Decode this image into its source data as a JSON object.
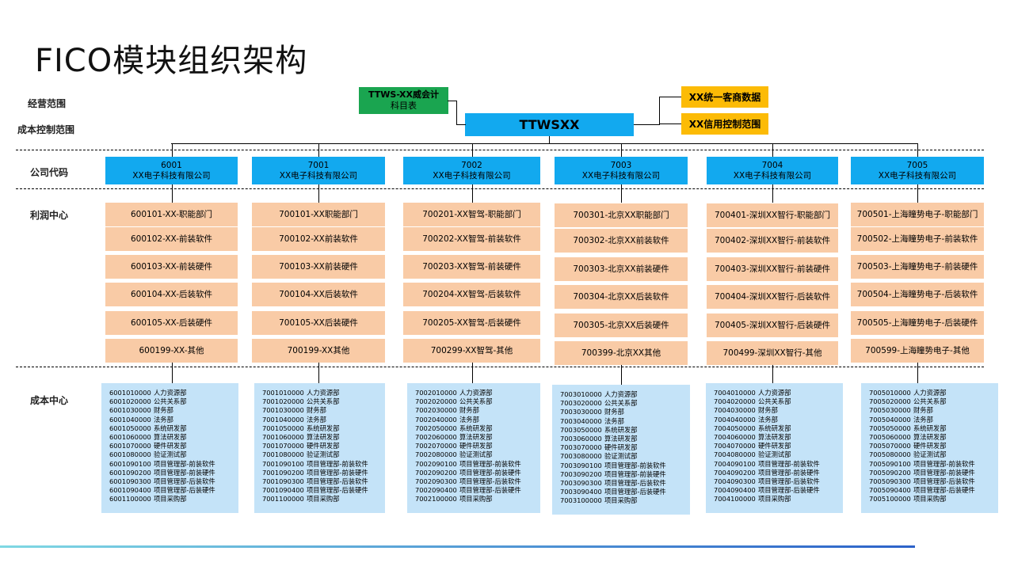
{
  "title": "FICO模块组织架构",
  "labels": {
    "business_scope": "经营范围",
    "cost_control_scope": "成本控制范围",
    "company_code": "公司代码",
    "profit_center": "利润中心",
    "cost_center": "成本中心"
  },
  "chart_of_accounts": {
    "line1": "TTWS-XX威会计",
    "line2": "科目表"
  },
  "root": "TTWSXX",
  "right_boxes": {
    "top": "XX统一客商数据",
    "bottom": "XX信用控制范围"
  },
  "companies": [
    {
      "code": "6001",
      "name": "XX电子科技有限公司"
    },
    {
      "code": "7001",
      "name": "XX电子科技有限公司"
    },
    {
      "code": "7002",
      "name": "XX电子科技有限公司"
    },
    {
      "code": "7003",
      "name": "XX电子科技有限公司"
    },
    {
      "code": "7004",
      "name": "XX电子科技有限公司"
    },
    {
      "code": "7005",
      "name": "XX电子科技有限公司"
    }
  ],
  "profit_centers": [
    [
      "600101-XX-职能部门",
      "600102-XX-前装软件",
      "600103-XX-前装硬件",
      "600104-XX-后装软件",
      "600105-XX-后装硬件",
      "600199-XX-其他"
    ],
    [
      "700101-XX职能部门",
      "700102-XX前装软件",
      "700103-XX前装硬件",
      "700104-XX后装软件",
      "700105-XX后装硬件",
      "700199-XX其他"
    ],
    [
      "700201-XX智驾-职能部门",
      "700202-XX智驾-前装软件",
      "700203-XX智驾-前装硬件",
      "700204-XX智驾-后装软件",
      "700205-XX智驾-后装硬件",
      "700299-XX智驾-其他"
    ],
    [
      "700301-北京XX职能部门",
      "700302-北京XX前装软件",
      "700303-北京XX前装硬件",
      "700304-北京XX后装软件",
      "700305-北京XX后装硬件",
      "700399-北京XX其他"
    ],
    [
      "700401-深圳XX智行-职能部门",
      "700402-深圳XX智行-前装软件",
      "700403-深圳XX智行-前装硬件",
      "700404-深圳XX智行-后装软件",
      "700405-深圳XX智行-后装硬件",
      "700499-深圳XX智行-其他"
    ],
    [
      "700501-上海瞳势电子-职能部门",
      "700502-上海瞳势电子-前装软件",
      "700503-上海瞳势电子-前装硬件",
      "700504-上海瞳势电子-后装软件",
      "700505-上海瞳势电子-后装硬件",
      "700599-上海瞳势电子-其他"
    ]
  ],
  "cost_centers": [
    [
      [
        "6001010000",
        "人力资源部"
      ],
      [
        "6001020000",
        "公共关系部"
      ],
      [
        "6001030000",
        "财务部"
      ],
      [
        "6001040000",
        "法务部"
      ],
      [
        "6001050000",
        "系统研发部"
      ],
      [
        "6001060000",
        "算法研发部"
      ],
      [
        "6001070000",
        "硬件研发部"
      ],
      [
        "6001080000",
        "验证测试部"
      ],
      [
        "6001090100",
        "项目管理部-前装软件"
      ],
      [
        "6001090200",
        "项目管理部-前装硬件"
      ],
      [
        "6001090300",
        "项目管理部-后装软件"
      ],
      [
        "6001090400",
        "项目管理部-后装硬件"
      ],
      [
        "6001100000",
        "项目采购部"
      ]
    ],
    [
      [
        "7001010000",
        "人力资源部"
      ],
      [
        "7001020000",
        "公共关系部"
      ],
      [
        "7001030000",
        "财务部"
      ],
      [
        "7001040000",
        "法务部"
      ],
      [
        "7001050000",
        "系统研发部"
      ],
      [
        "7001060000",
        "算法研发部"
      ],
      [
        "7001070000",
        "硬件研发部"
      ],
      [
        "7001080000",
        "验证测试部"
      ],
      [
        "7001090100",
        "项目管理部-前装软件"
      ],
      [
        "7001090200",
        "项目管理部-前装硬件"
      ],
      [
        "7001090300",
        "项目管理部-后装软件"
      ],
      [
        "7001090400",
        "项目管理部-后装硬件"
      ],
      [
        "7001100000",
        "项目采购部"
      ]
    ],
    [
      [
        "7002010000",
        "人力资源部"
      ],
      [
        "7002020000",
        "公共关系部"
      ],
      [
        "7002030000",
        "财务部"
      ],
      [
        "7002040000",
        "法务部"
      ],
      [
        "7002050000",
        "系统研发部"
      ],
      [
        "7002060000",
        "算法研发部"
      ],
      [
        "7002070000",
        "硬件研发部"
      ],
      [
        "7002080000",
        "验证测试部"
      ],
      [
        "7002090100",
        "项目管理部-前装软件"
      ],
      [
        "7002090200",
        "项目管理部-前装硬件"
      ],
      [
        "7002090300",
        "项目管理部-后装软件"
      ],
      [
        "7002090400",
        "项目管理部-后装硬件"
      ],
      [
        "7002100000",
        "项目采购部"
      ]
    ],
    [
      [
        "7003010000",
        "人力资源部"
      ],
      [
        "7003020000",
        "公共关系部"
      ],
      [
        "7003030000",
        "财务部"
      ],
      [
        "7003040000",
        "法务部"
      ],
      [
        "7003050000",
        "系统研发部"
      ],
      [
        "7003060000",
        "算法研发部"
      ],
      [
        "7003070000",
        "硬件研发部"
      ],
      [
        "7003080000",
        "验证测试部"
      ],
      [
        "7003090100",
        "项目管理部-前装软件"
      ],
      [
        "7003090200",
        "项目管理部-前装硬件"
      ],
      [
        "7003090300",
        "项目管理部-后装软件"
      ],
      [
        "7003090400",
        "项目管理部-后装硬件"
      ],
      [
        "7003100000",
        "项目采购部"
      ]
    ],
    [
      [
        "7004010000",
        "人力资源部"
      ],
      [
        "7004020000",
        "公共关系部"
      ],
      [
        "7004030000",
        "财务部"
      ],
      [
        "7004040000",
        "法务部"
      ],
      [
        "7004050000",
        "系统研发部"
      ],
      [
        "7004060000",
        "算法研发部"
      ],
      [
        "7004070000",
        "硬件研发部"
      ],
      [
        "7004080000",
        "验证测试部"
      ],
      [
        "7004090100",
        "项目管理部-前装软件"
      ],
      [
        "7004090200",
        "项目管理部-前装硬件"
      ],
      [
        "7004090300",
        "项目管理部-后装软件"
      ],
      [
        "7004090400",
        "项目管理部-后装硬件"
      ],
      [
        "7004100000",
        "项目采购部"
      ]
    ],
    [
      [
        "7005010000",
        "人力资源部"
      ],
      [
        "7005020000",
        "公共关系部"
      ],
      [
        "7005030000",
        "财务部"
      ],
      [
        "7005040000",
        "法务部"
      ],
      [
        "7005050000",
        "系统研发部"
      ],
      [
        "7005060000",
        "算法研发部"
      ],
      [
        "7005070000",
        "硬件研发部"
      ],
      [
        "7005080000",
        "验证测试部"
      ],
      [
        "7005090100",
        "项目管理部-前装软件"
      ],
      [
        "7005090200",
        "项目管理部-前装硬件"
      ],
      [
        "7005090300",
        "项目管理部-后装软件"
      ],
      [
        "7005090400",
        "项目管理部-后装硬件"
      ],
      [
        "7005100000",
        "项目采购部"
      ]
    ]
  ]
}
